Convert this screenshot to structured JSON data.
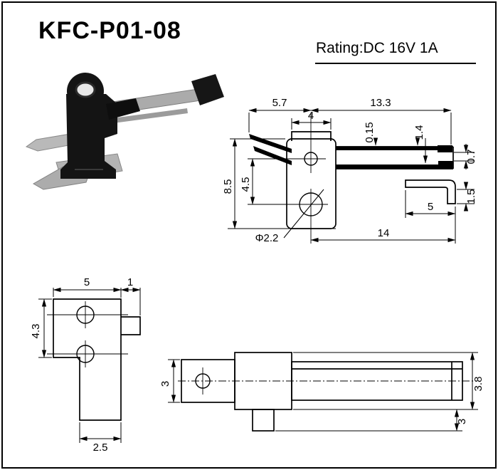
{
  "header": {
    "title": "KFC-P01-08",
    "rating": "Rating:DC 16V 1A"
  },
  "side_view": {
    "d5_7": "5.7",
    "d13_3": "13.3",
    "d4": "4",
    "d0_15": "0.15",
    "d1_4": "1.4",
    "d0_7": "0.7",
    "d8_5": "8.5",
    "d4_5": "4.5",
    "d1_5": "1.5",
    "d5": "5",
    "d14": "14",
    "dia": "Φ2.2"
  },
  "front_view": {
    "d5": "5",
    "d1": "1",
    "d4_3": "4.3",
    "d2_5": "2.5"
  },
  "top_view": {
    "d3_left": "3",
    "d3_8": "3.8",
    "d3_peg": "3"
  }
}
